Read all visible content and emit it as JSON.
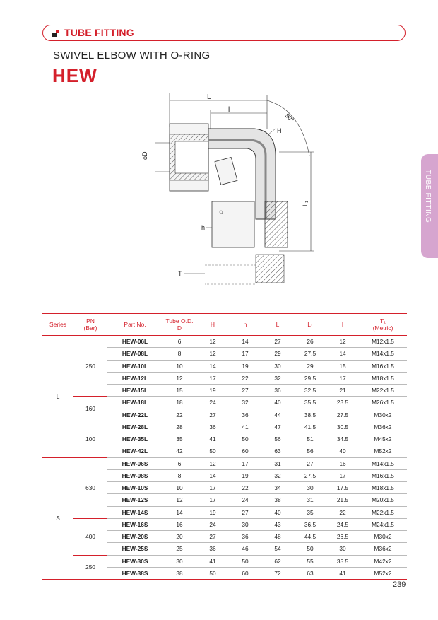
{
  "header": {
    "title": "TUBE FITTING"
  },
  "product": {
    "subtitle": "SWIVEL ELBOW WITH O-RING",
    "code": "HEW"
  },
  "side_tab": {
    "label": "TUBE FITTING"
  },
  "drawing_labels": {
    "L": "L",
    "l": "l",
    "angle": "90°",
    "H": "H",
    "phiD": "ϕD",
    "L1": "L₁",
    "h": "h",
    "T": "T"
  },
  "table": {
    "headers": {
      "series": "Series",
      "pn": [
        "PN",
        "(Bar)"
      ],
      "part": "Part No.",
      "tube": [
        "Tube O.D.",
        "D"
      ],
      "H": "H",
      "h": "h",
      "L": "L",
      "L1": "L₁",
      "l": "l",
      "T1": [
        "T₁",
        "(Metric)"
      ]
    },
    "groups": [
      {
        "series": "L",
        "pn_groups": [
          {
            "pn": "250",
            "rows": [
              [
                "HEW-06L",
                "6",
                "12",
                "14",
                "27",
                "26",
                "12",
                "M12x1.5"
              ],
              [
                "HEW-08L",
                "8",
                "12",
                "17",
                "29",
                "27.5",
                "14",
                "M14x1.5"
              ],
              [
                "HEW-10L",
                "10",
                "14",
                "19",
                "30",
                "29",
                "15",
                "M16x1.5"
              ],
              [
                "HEW-12L",
                "12",
                "17",
                "22",
                "32",
                "29.5",
                "17",
                "M18x1.5"
              ],
              [
                "HEW-15L",
                "15",
                "19",
                "27",
                "36",
                "32.5",
                "21",
                "M22x1.5"
              ]
            ]
          },
          {
            "pn": "160",
            "rows": [
              [
                "HEW-18L",
                "18",
                "24",
                "32",
                "40",
                "35.5",
                "23.5",
                "M26x1.5"
              ],
              [
                "HEW-22L",
                "22",
                "27",
                "36",
                "44",
                "38.5",
                "27.5",
                "M30x2"
              ]
            ]
          },
          {
            "pn": "100",
            "rows": [
              [
                "HEW-28L",
                "28",
                "36",
                "41",
                "47",
                "41.5",
                "30.5",
                "M36x2"
              ],
              [
                "HEW-35L",
                "35",
                "41",
                "50",
                "56",
                "51",
                "34.5",
                "M45x2"
              ],
              [
                "HEW-42L",
                "42",
                "50",
                "60",
                "63",
                "56",
                "40",
                "M52x2"
              ]
            ]
          }
        ]
      },
      {
        "series": "S",
        "pn_groups": [
          {
            "pn": "630",
            "rows": [
              [
                "HEW-06S",
                "6",
                "12",
                "17",
                "31",
                "27",
                "16",
                "M14x1.5"
              ],
              [
                "HEW-08S",
                "8",
                "14",
                "19",
                "32",
                "27.5",
                "17",
                "M16x1.5"
              ],
              [
                "HEW-10S",
                "10",
                "17",
                "22",
                "34",
                "30",
                "17.5",
                "M18x1.5"
              ],
              [
                "HEW-12S",
                "12",
                "17",
                "24",
                "38",
                "31",
                "21.5",
                "M20x1.5"
              ],
              [
                "HEW-14S",
                "14",
                "19",
                "27",
                "40",
                "35",
                "22",
                "M22x1.5"
              ]
            ]
          },
          {
            "pn": "400",
            "rows": [
              [
                "HEW-16S",
                "16",
                "24",
                "30",
                "43",
                "36.5",
                "24.5",
                "M24x1.5"
              ],
              [
                "HEW-20S",
                "20",
                "27",
                "36",
                "48",
                "44.5",
                "26.5",
                "M30x2"
              ],
              [
                "HEW-25S",
                "25",
                "36",
                "46",
                "54",
                "50",
                "30",
                "M36x2"
              ]
            ]
          },
          {
            "pn": "250",
            "rows": [
              [
                "HEW-30S",
                "30",
                "41",
                "50",
                "62",
                "55",
                "35.5",
                "M42x2"
              ],
              [
                "HEW-38S",
                "38",
                "50",
                "60",
                "72",
                "63",
                "41",
                "M52x2"
              ]
            ]
          }
        ]
      }
    ]
  },
  "page_number": "239"
}
